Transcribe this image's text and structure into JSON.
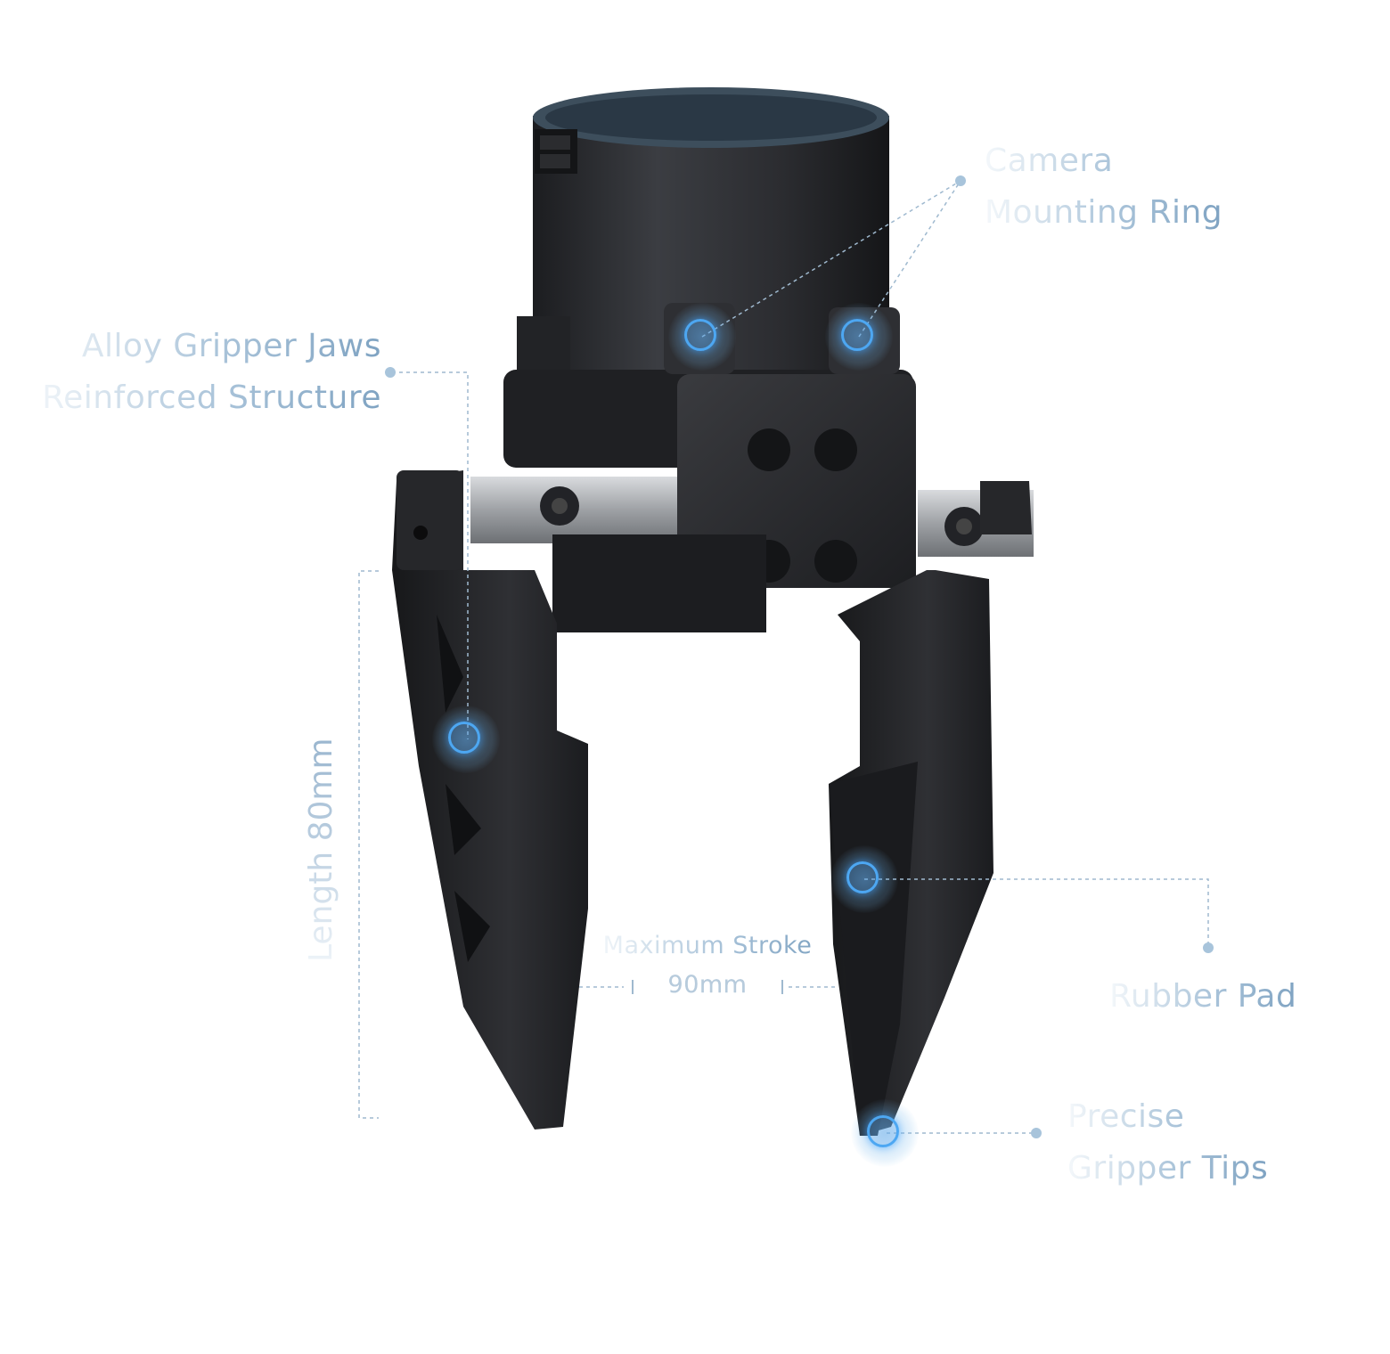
{
  "labels": {
    "camera_ring": {
      "line1": "Camera",
      "line2": "Mounting Ring"
    },
    "alloy_jaws": {
      "line1": "Alloy Gripper Jaws",
      "line2": "Reinforced Structure"
    },
    "length": "Length 80mm",
    "stroke": {
      "line1": "Maximum Stroke",
      "line2": "90mm"
    },
    "rubber_pad": "Rubber Pad",
    "tips": {
      "line1": "Precise",
      "line2": "Gripper Tips"
    }
  },
  "colors": {
    "accent": "#4da7f2",
    "leader_line": "#9fb9cf",
    "body_dark": "#2a2b2e",
    "rail_silver": "#9ea1a5"
  }
}
